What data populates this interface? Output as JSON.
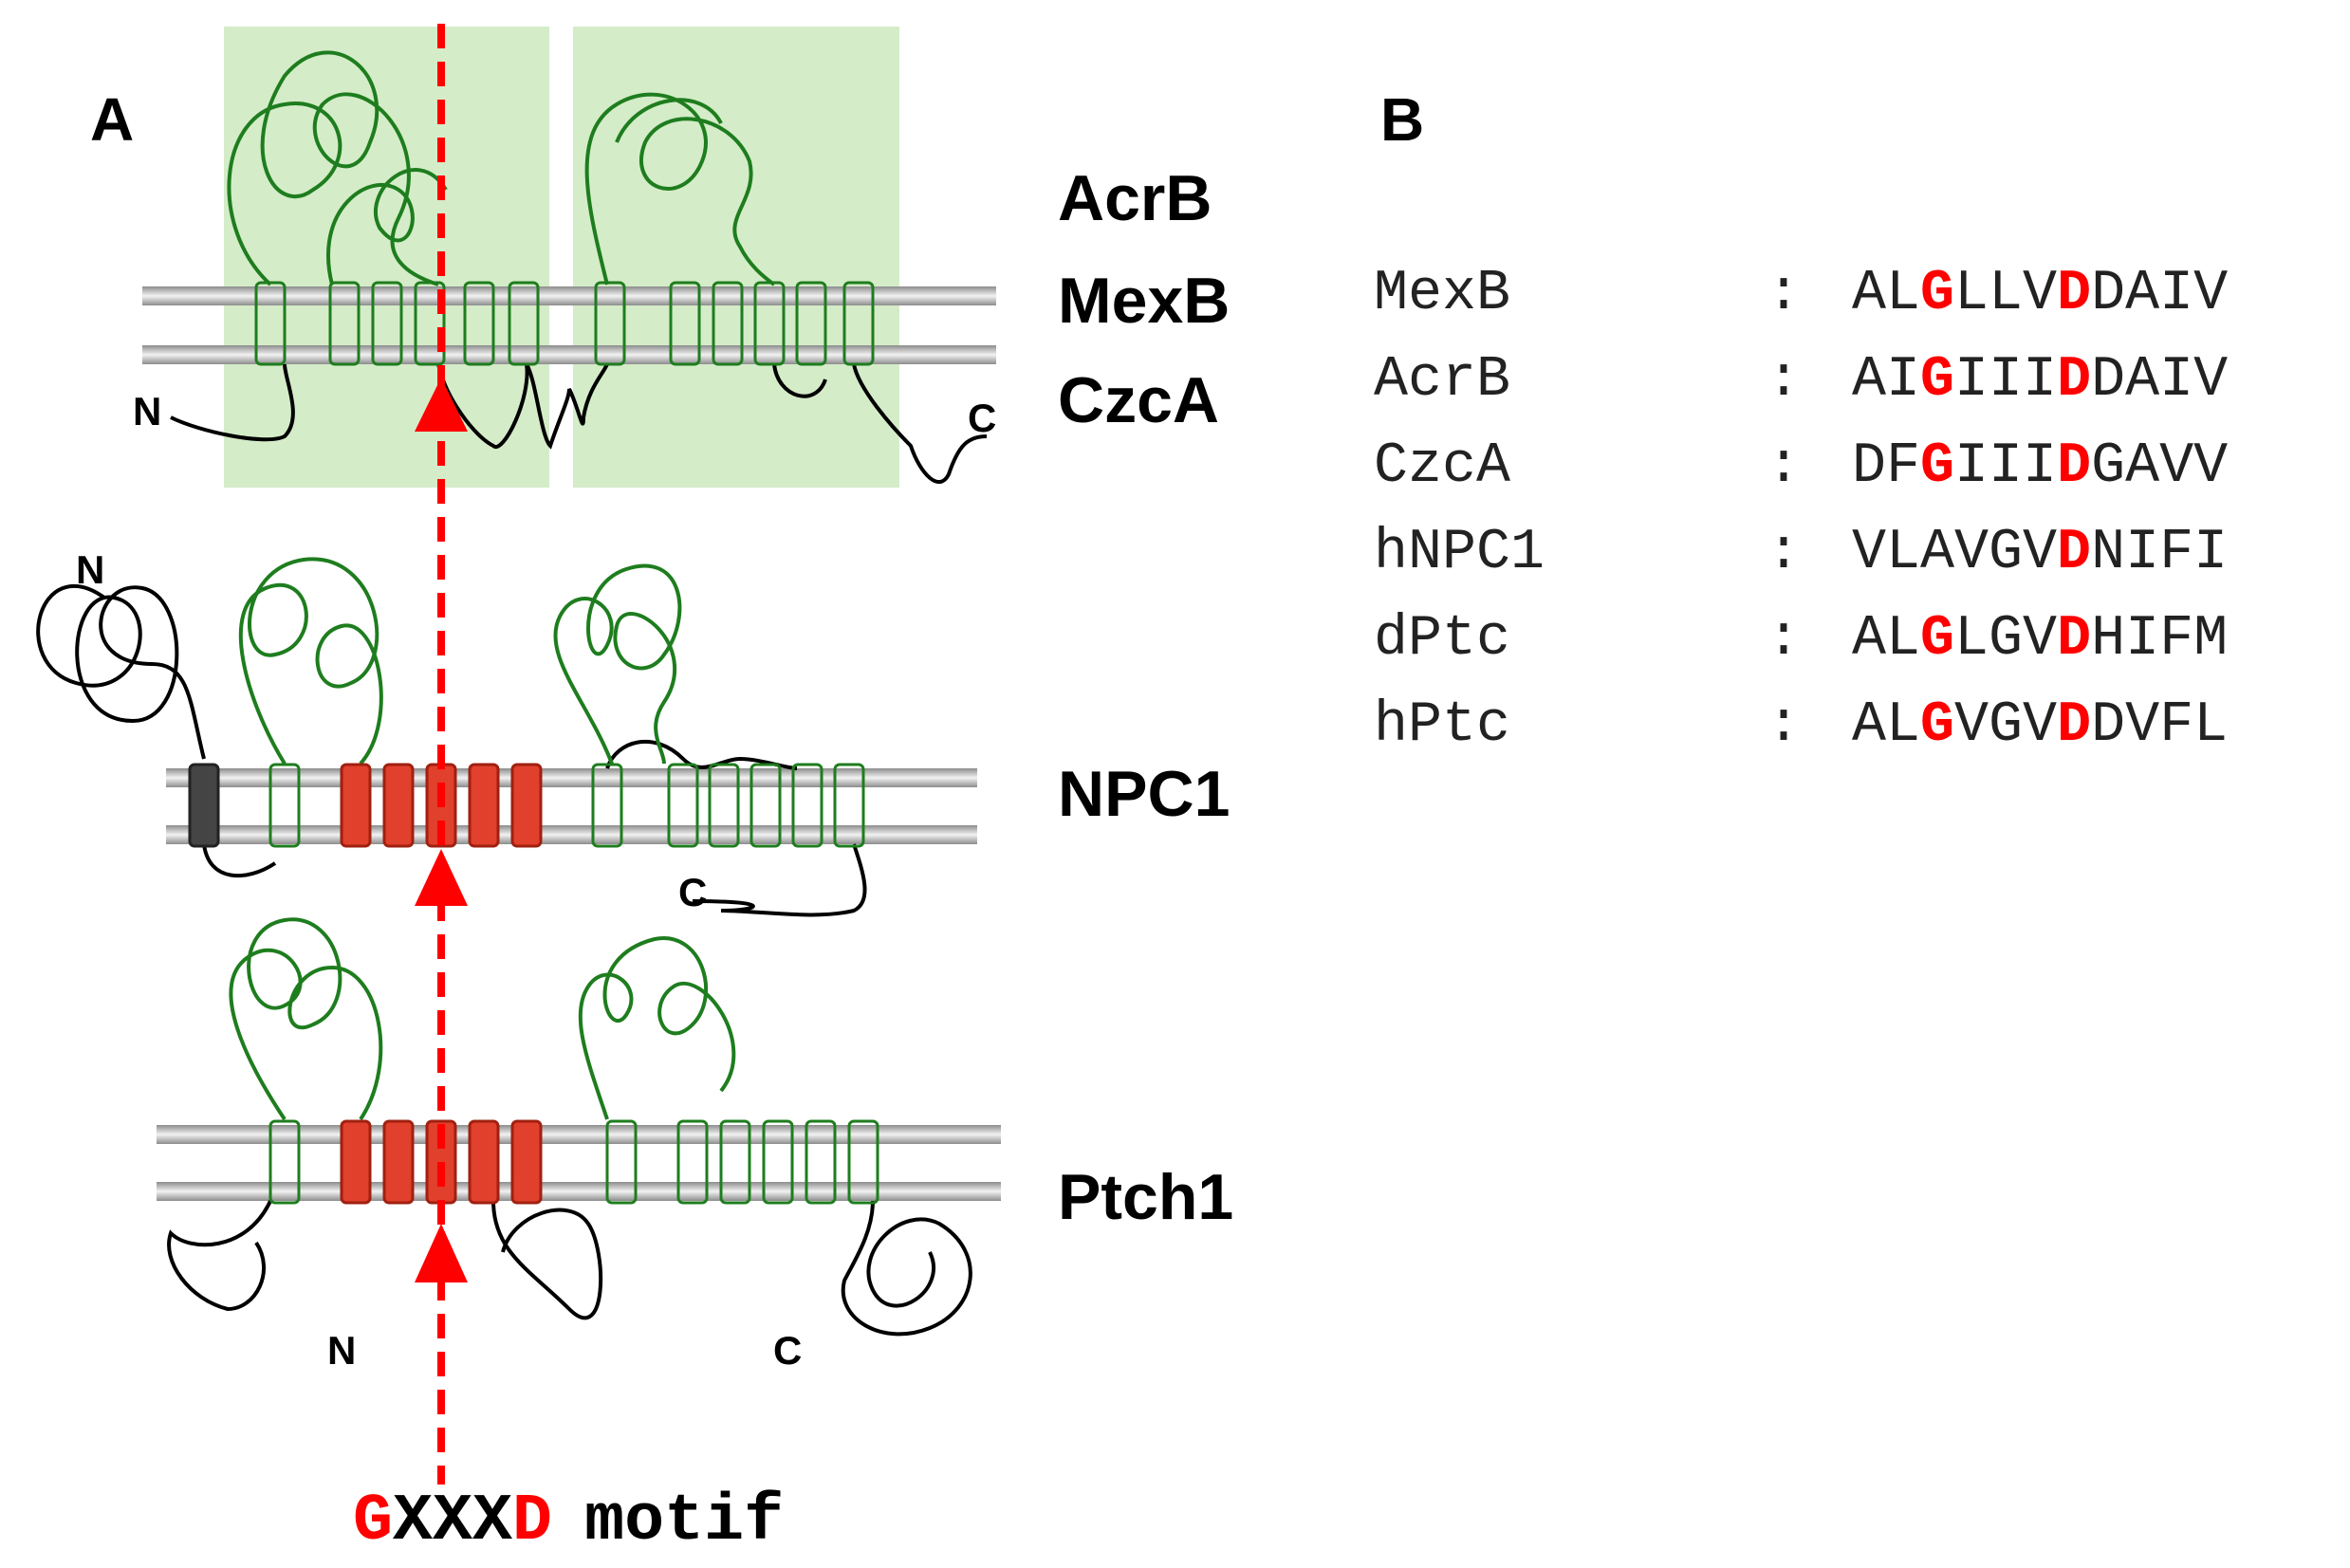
{
  "panel_a": {
    "label": "A",
    "groups": [
      {
        "names": [
          "AcrB",
          "MexB",
          "CzcA"
        ],
        "n_terminus": "N",
        "c_terminus": "C"
      },
      {
        "names": [
          "NPC1"
        ],
        "n_terminus": "N",
        "c_terminus": "C"
      },
      {
        "names": [
          "Ptch1"
        ],
        "n_terminus": "N",
        "c_terminus": "C"
      }
    ],
    "motif": {
      "g": "G",
      "xxx": "XXX",
      "d": "D",
      "word": "motif"
    }
  },
  "panel_b": {
    "label": "B",
    "alignment": [
      {
        "name": "MexB",
        "sep": ":",
        "segments": [
          {
            "t": "AL",
            "hl": false
          },
          {
            "t": "G",
            "hl": true
          },
          {
            "t": "LLV",
            "hl": false
          },
          {
            "t": "D",
            "hl": true
          },
          {
            "t": "DAIV",
            "hl": false
          }
        ]
      },
      {
        "name": "AcrB",
        "sep": ":",
        "segments": [
          {
            "t": "AI",
            "hl": false
          },
          {
            "t": "G",
            "hl": true
          },
          {
            "t": "III",
            "hl": false
          },
          {
            "t": "D",
            "hl": true
          },
          {
            "t": "DAIV",
            "hl": false
          }
        ]
      },
      {
        "name": "CzcA",
        "sep": ":",
        "segments": [
          {
            "t": "DF",
            "hl": false
          },
          {
            "t": "G",
            "hl": true
          },
          {
            "t": "III",
            "hl": false
          },
          {
            "t": "D",
            "hl": true
          },
          {
            "t": "GAVV",
            "hl": false
          }
        ]
      },
      {
        "name": "hNPC1",
        "sep": ":",
        "segments": [
          {
            "t": "VLAVGV",
            "hl": false
          },
          {
            "t": "D",
            "hl": true
          },
          {
            "t": "NIFI",
            "hl": false
          }
        ]
      },
      {
        "name": "dPtc",
        "sep": ":",
        "segments": [
          {
            "t": "AL",
            "hl": false
          },
          {
            "t": "G",
            "hl": true
          },
          {
            "t": "LGV",
            "hl": false
          },
          {
            "t": "D",
            "hl": true
          },
          {
            "t": "HIFM",
            "hl": false
          }
        ]
      },
      {
        "name": "hPtc",
        "sep": ":",
        "segments": [
          {
            "t": "AL",
            "hl": false
          },
          {
            "t": "G",
            "hl": true
          },
          {
            "t": "VGV",
            "hl": false
          },
          {
            "t": "D",
            "hl": true
          },
          {
            "t": "DVFL",
            "hl": false
          }
        ]
      }
    ]
  },
  "colors": {
    "highlight": "#ff0000",
    "domain_green": "#1e7d1e",
    "shading_green": "#d4ecc8",
    "sterol_sensing_red": "#e0402c",
    "membrane_gray": "#b8b8b8"
  }
}
